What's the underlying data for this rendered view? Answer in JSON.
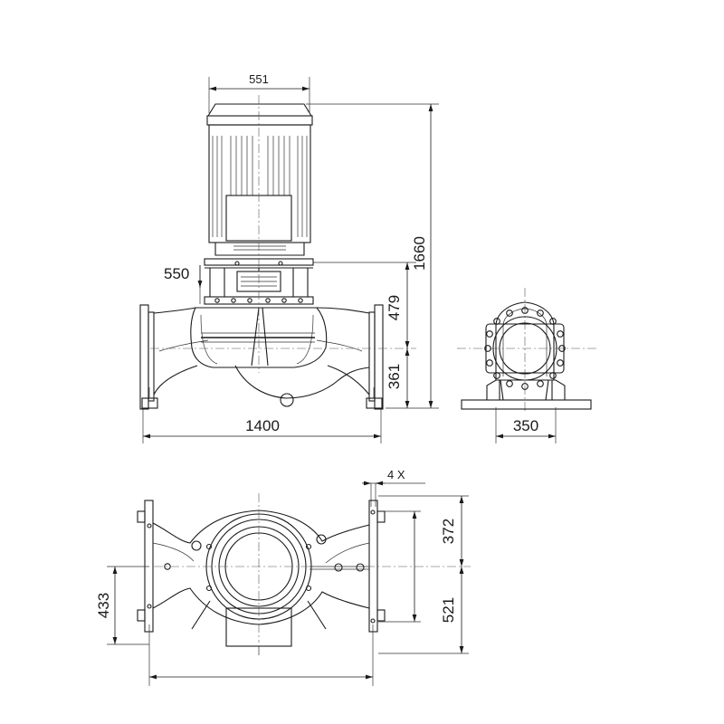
{
  "dimensions": {
    "motor_width": "551",
    "overall_height": "1660",
    "coupling_width": "550",
    "flange_to_motor_height": "479",
    "shaft_centre_height": "361",
    "overall_length": "1400",
    "foot_width": "350",
    "hole_count": "4 X",
    "foot_hole_spacing_upper": "372",
    "foot_hole_spacing_lower": "521",
    "base_offset": "433"
  },
  "colors": {
    "line": "#1a1a1a",
    "background": "#ffffff"
  }
}
